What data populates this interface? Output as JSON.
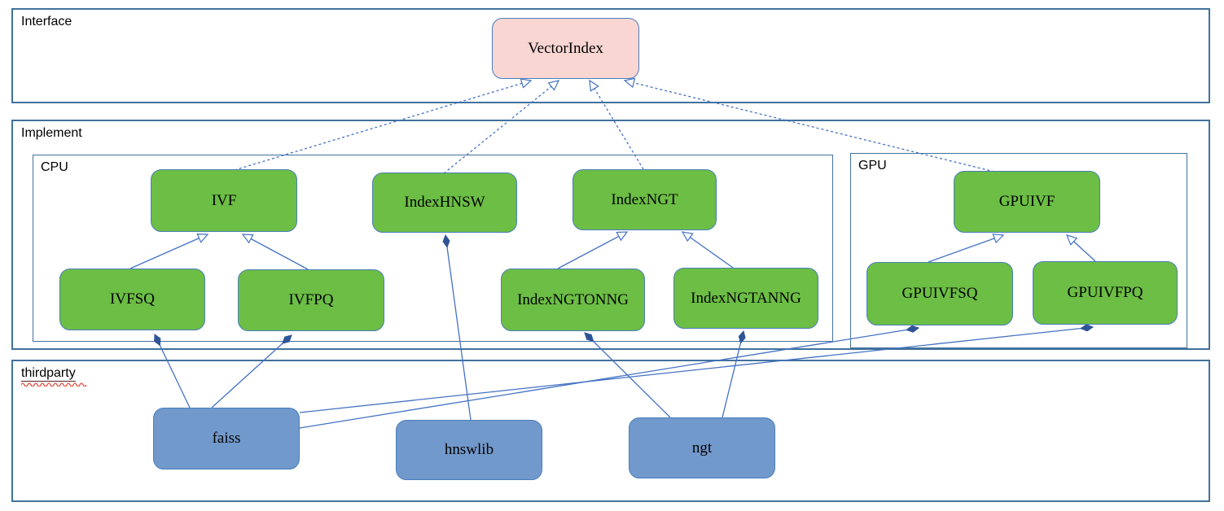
{
  "diagram": {
    "sections": {
      "interface": {
        "label": "Interface"
      },
      "implement": {
        "label": "Implement"
      },
      "cpu": {
        "label": "CPU"
      },
      "gpu": {
        "label": "GPU"
      },
      "thirdparty": {
        "label": "thirdparty"
      }
    },
    "nodes": {
      "vectorindex": {
        "label": "VectorIndex",
        "kind": "interface"
      },
      "ivf": {
        "label": "IVF",
        "kind": "cpu-class"
      },
      "indexhnsw": {
        "label": "IndexHNSW",
        "kind": "cpu-class"
      },
      "indexngt": {
        "label": "IndexNGT",
        "kind": "cpu-class"
      },
      "gpuivf": {
        "label": "GPUIVF",
        "kind": "gpu-class"
      },
      "ivfsq": {
        "label": "IVFSQ",
        "kind": "cpu-class"
      },
      "ivfpq": {
        "label": "IVFPQ",
        "kind": "cpu-class"
      },
      "indexngtonng": {
        "label": "IndexNGTONNG",
        "kind": "cpu-class"
      },
      "indexngtanng": {
        "label": "IndexNGTANNG",
        "kind": "cpu-class"
      },
      "gpuivfsq": {
        "label": "GPUIVFSQ",
        "kind": "gpu-class"
      },
      "gpuivfpq": {
        "label": "GPUIVFPQ",
        "kind": "gpu-class"
      },
      "faiss": {
        "label": "faiss",
        "kind": "thirdparty-lib"
      },
      "hnswlib": {
        "label": "hnswlib",
        "kind": "thirdparty-lib"
      },
      "ngt": {
        "label": "ngt",
        "kind": "thirdparty-lib"
      }
    },
    "edges": [
      {
        "from": "IVF",
        "to": "VectorIndex",
        "type": "realization-dashed"
      },
      {
        "from": "IndexHNSW",
        "to": "VectorIndex",
        "type": "realization-dashed"
      },
      {
        "from": "IndexNGT",
        "to": "VectorIndex",
        "type": "realization-dashed"
      },
      {
        "from": "GPUIVF",
        "to": "VectorIndex",
        "type": "realization-dashed"
      },
      {
        "from": "IVFSQ",
        "to": "IVF",
        "type": "generalization"
      },
      {
        "from": "IVFPQ",
        "to": "IVF",
        "type": "generalization"
      },
      {
        "from": "IndexNGTONNG",
        "to": "IndexNGT",
        "type": "generalization"
      },
      {
        "from": "IndexNGTANNG",
        "to": "IndexNGT",
        "type": "generalization"
      },
      {
        "from": "GPUIVFSQ",
        "to": "GPUIVF",
        "type": "generalization"
      },
      {
        "from": "GPUIVFPQ",
        "to": "GPUIVF",
        "type": "generalization"
      },
      {
        "from": "faiss",
        "to": "IVFSQ",
        "type": "composition"
      },
      {
        "from": "faiss",
        "to": "IVFPQ",
        "type": "composition"
      },
      {
        "from": "faiss",
        "to": "GPUIVFSQ",
        "type": "composition"
      },
      {
        "from": "faiss",
        "to": "GPUIVFPQ",
        "type": "composition"
      },
      {
        "from": "hnswlib",
        "to": "IndexHNSW",
        "type": "composition"
      },
      {
        "from": "ngt",
        "to": "IndexNGTONNG",
        "type": "composition"
      },
      {
        "from": "ngt",
        "to": "IndexNGTANNG",
        "type": "composition"
      }
    ],
    "colors": {
      "interface_node_fill": "#f9d6d2",
      "implement_node_fill": "#6cbe45",
      "thirdparty_node_fill": "#7299cc",
      "connector_line": "#4472c4",
      "section_border": "#41719c",
      "composition_diamond": "#2f5597",
      "spellcheck_squiggle": "#e0301e"
    }
  }
}
